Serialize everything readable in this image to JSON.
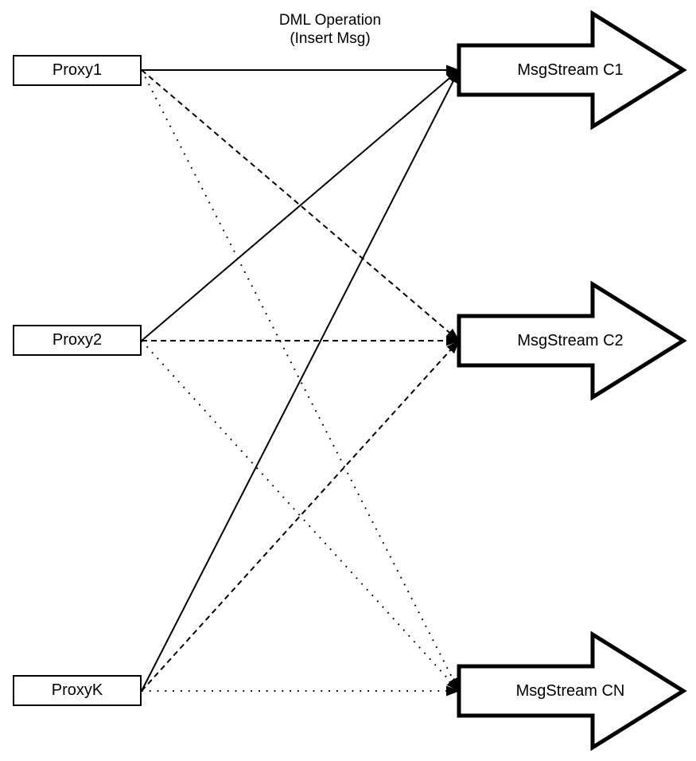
{
  "background_color": "#ffffff",
  "line_color": "#000000",
  "annotation": {
    "line1": "DML Operation",
    "line2": "(Insert Msg)"
  },
  "proxies": [
    {
      "label": "Proxy1"
    },
    {
      "label": "Proxy2"
    },
    {
      "label": "ProxyK"
    }
  ],
  "streams": [
    {
      "label": "MsgStream C1"
    },
    {
      "label": "MsgStream C2"
    },
    {
      "label": "MsgStream CN"
    }
  ],
  "connections": [
    {
      "from": "Proxy1",
      "to": "MsgStream C1",
      "line_style": "solid"
    },
    {
      "from": "Proxy2",
      "to": "MsgStream C1",
      "line_style": "solid"
    },
    {
      "from": "ProxyK",
      "to": "MsgStream C1",
      "line_style": "solid"
    },
    {
      "from": "Proxy1",
      "to": "MsgStream C2",
      "line_style": "dashed"
    },
    {
      "from": "Proxy2",
      "to": "MsgStream C2",
      "line_style": "dashed"
    },
    {
      "from": "ProxyK",
      "to": "MsgStream C2",
      "line_style": "dashed"
    },
    {
      "from": "Proxy1",
      "to": "MsgStream CN",
      "line_style": "dotted"
    },
    {
      "from": "Proxy2",
      "to": "MsgStream CN",
      "line_style": "dotted"
    },
    {
      "from": "ProxyK",
      "to": "MsgStream CN",
      "line_style": "dotted"
    }
  ]
}
